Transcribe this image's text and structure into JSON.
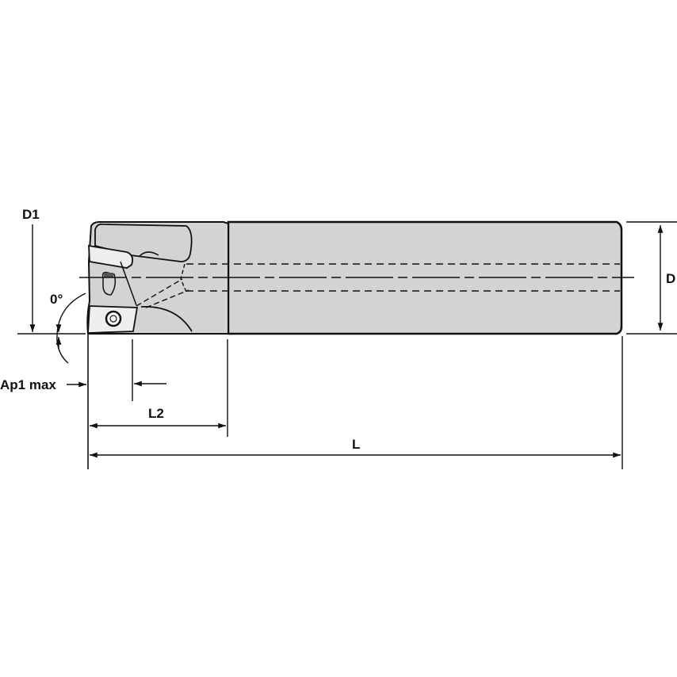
{
  "diagram": {
    "type": "technical-drawing",
    "subject": "indexable end mill side view",
    "colors": {
      "body": "#d3d3d3",
      "line": "#111111",
      "background": "#ffffff"
    },
    "labels": {
      "d1": "D1",
      "d": "D",
      "angle": "0°",
      "ap1": "Ap1 max",
      "l2": "L2",
      "l": "L"
    }
  }
}
